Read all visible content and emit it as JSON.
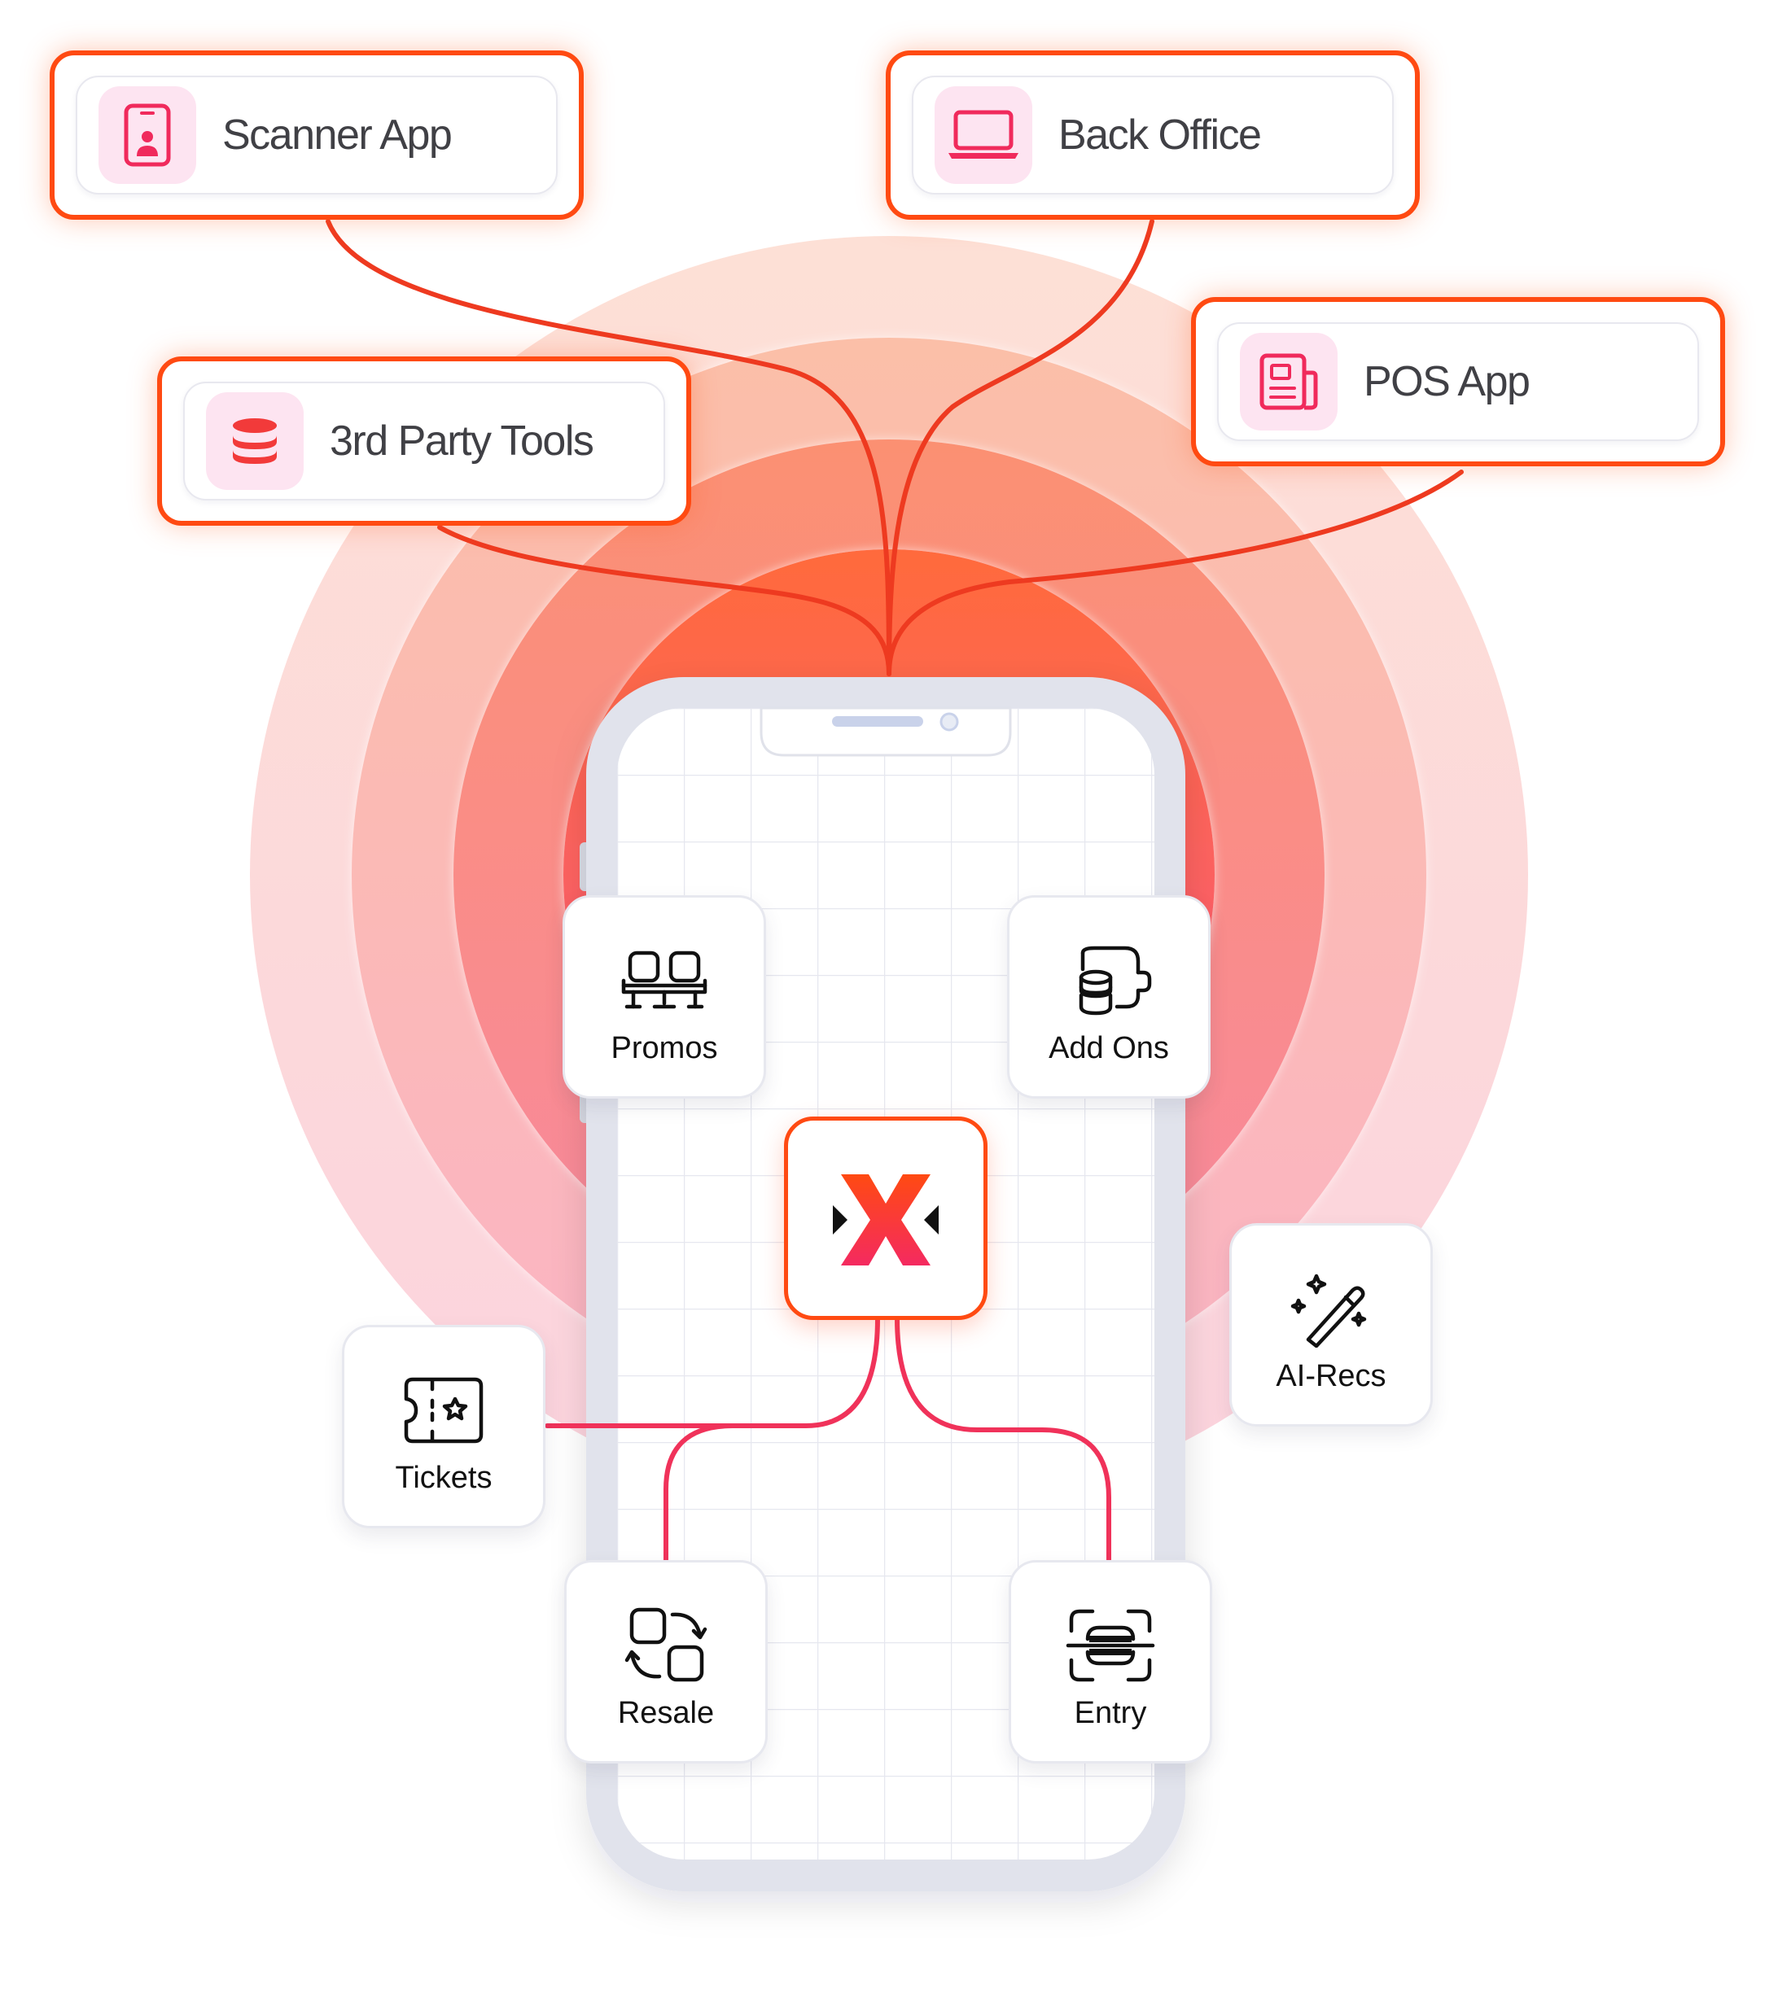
{
  "colors": {
    "accent": "#ff4a12",
    "wire_top": "#ee3a20",
    "wire_bottom": "#f0325a",
    "icon_pink": "#f02a5c",
    "icon_bg": "#fde4f1",
    "phone_frame": "#e1e3ec"
  },
  "integrations": [
    {
      "key": "scanner",
      "label": "Scanner App",
      "icon": "tablet-user-icon"
    },
    {
      "key": "back_office",
      "label": "Back Office",
      "icon": "laptop-icon"
    },
    {
      "key": "third_party",
      "label": "3rd Party Tools",
      "icon": "database-icon"
    },
    {
      "key": "pos",
      "label": "POS App",
      "icon": "pos-terminal-icon"
    }
  ],
  "features": [
    {
      "key": "promos",
      "label": "Promos",
      "icon": "seats-icon"
    },
    {
      "key": "add_ons",
      "label": "Add Ons",
      "icon": "drink-cup-icon"
    },
    {
      "key": "ai_recs",
      "label": "AI-Recs",
      "icon": "magic-wand-icon"
    },
    {
      "key": "tickets",
      "label": "Tickets",
      "icon": "ticket-star-icon"
    },
    {
      "key": "resale",
      "label": "Resale",
      "icon": "swap-squares-icon"
    },
    {
      "key": "entry",
      "label": "Entry",
      "icon": "scan-frame-icon"
    }
  ],
  "logo": {
    "icon": "x-brand-logo-icon"
  }
}
